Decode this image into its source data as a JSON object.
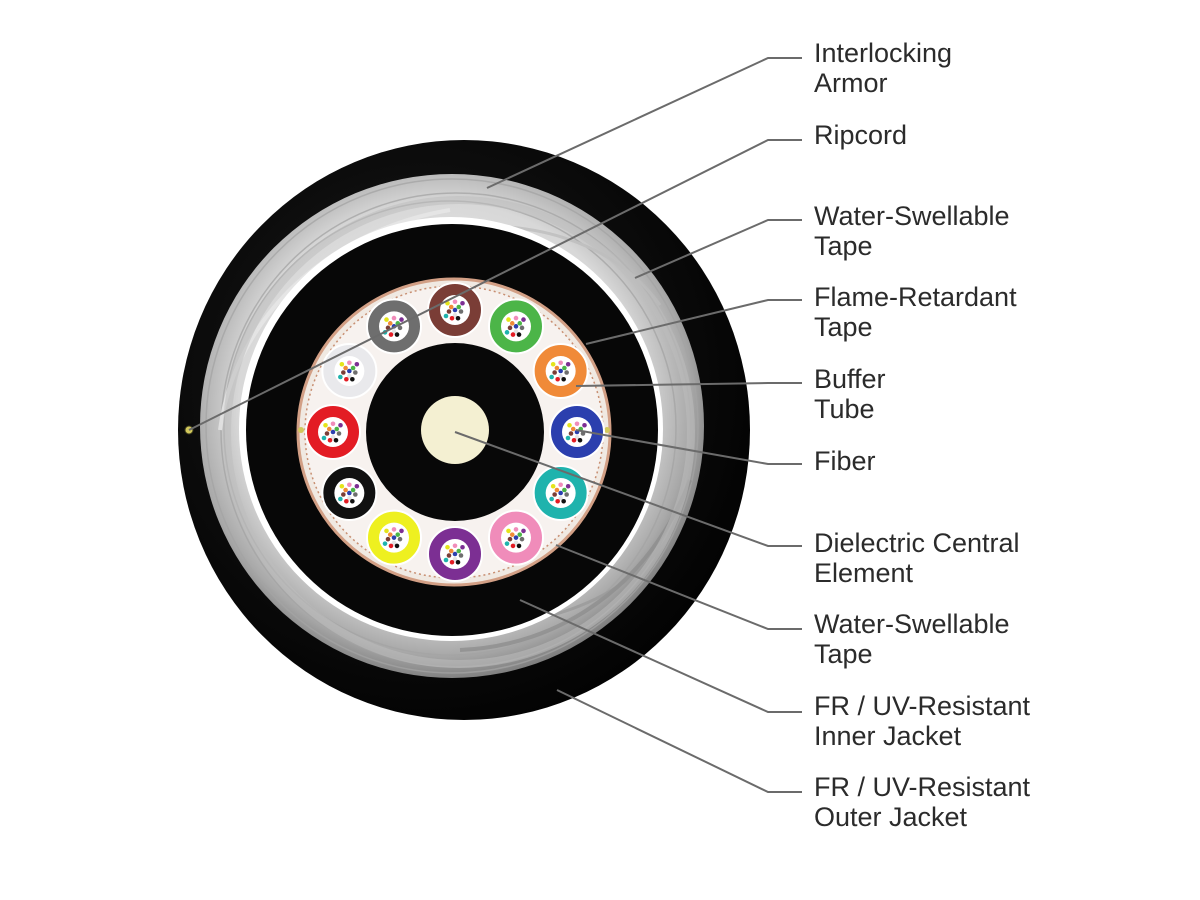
{
  "colors": {
    "outer_jacket": "#0b0b0b",
    "armor_light": "#d4d4d4",
    "armor_dark": "#8a8a8a",
    "water_tape": "#ffffff",
    "inner_jacket": "#080808",
    "flame_tape": "#efe8e2",
    "flame_tape_edge": "#c79a7d",
    "central_element": "#f4f0d2",
    "leader_line": "#6b6b6b",
    "label_text": "#2b2b2b"
  },
  "buffer_tubes": [
    {
      "name": "blue",
      "color": "#2b3fae"
    },
    {
      "name": "orange",
      "color": "#f08a38"
    },
    {
      "name": "green",
      "color": "#4cb548"
    },
    {
      "name": "brown",
      "color": "#7a3d36"
    },
    {
      "name": "slate",
      "color": "#6e6e6e"
    },
    {
      "name": "white",
      "color": "#e9e9ec"
    },
    {
      "name": "red",
      "color": "#e31c24"
    },
    {
      "name": "black",
      "color": "#111111"
    },
    {
      "name": "yellow",
      "color": "#eef020"
    },
    {
      "name": "violet",
      "color": "#7c2f93"
    },
    {
      "name": "rose",
      "color": "#f08cba"
    },
    {
      "name": "aqua",
      "color": "#1fb3ad"
    }
  ],
  "fiber_colors": [
    "#2b3fae",
    "#f08a38",
    "#4cb548",
    "#7a3d36",
    "#6e6e6e",
    "#e4e4e4",
    "#e31c24",
    "#111111",
    "#e5e41a",
    "#7c2f93",
    "#f08cba",
    "#1fb3ad"
  ],
  "callouts": [
    {
      "id": "interlocking-armor",
      "lines": [
        "Interlocking",
        "Armor"
      ]
    },
    {
      "id": "ripcord",
      "lines": [
        "Ripcord"
      ]
    },
    {
      "id": "water-swellable-tape-outer",
      "lines": [
        "Water-Swellable",
        "Tape"
      ]
    },
    {
      "id": "flame-retardant-tape",
      "lines": [
        "Flame-Retardant",
        "Tape"
      ]
    },
    {
      "id": "buffer-tube",
      "lines": [
        "Buffer",
        "Tube"
      ]
    },
    {
      "id": "fiber",
      "lines": [
        "Fiber"
      ]
    },
    {
      "id": "dielectric-central-element",
      "lines": [
        "Dielectric Central",
        "Element"
      ]
    },
    {
      "id": "water-swellable-tape-inner",
      "lines": [
        "Water-Swellable",
        "Tape"
      ]
    },
    {
      "id": "inner-jacket",
      "lines": [
        "FR / UV-Resistant",
        "Inner Jacket"
      ]
    },
    {
      "id": "outer-jacket",
      "lines": [
        "FR / UV-Resistant",
        "Outer Jacket"
      ]
    }
  ]
}
